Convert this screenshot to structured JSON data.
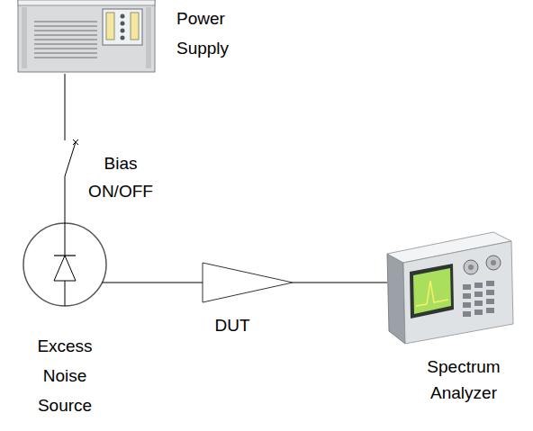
{
  "diagram": {
    "nodes": [
      {
        "text": [
          "Power Supply"
        ]
      },
      {
        "text": [
          "Excess Noise Source"
        ]
      },
      {
        "text": [
          "DUT"
        ]
      },
      {
        "text": [
          "Spectrum Analyzer"
        ]
      }
    ],
    "edges": [
      {
        "from": 0,
        "to": 1,
        "arrow": "none"
      },
      {
        "from": 1,
        "to": 2,
        "arrow": "none"
      },
      {
        "from": 2,
        "to": 3,
        "arrow": "none"
      }
    ],
    "labels": [
      "Bias ON/OFF"
    ]
  }
}
